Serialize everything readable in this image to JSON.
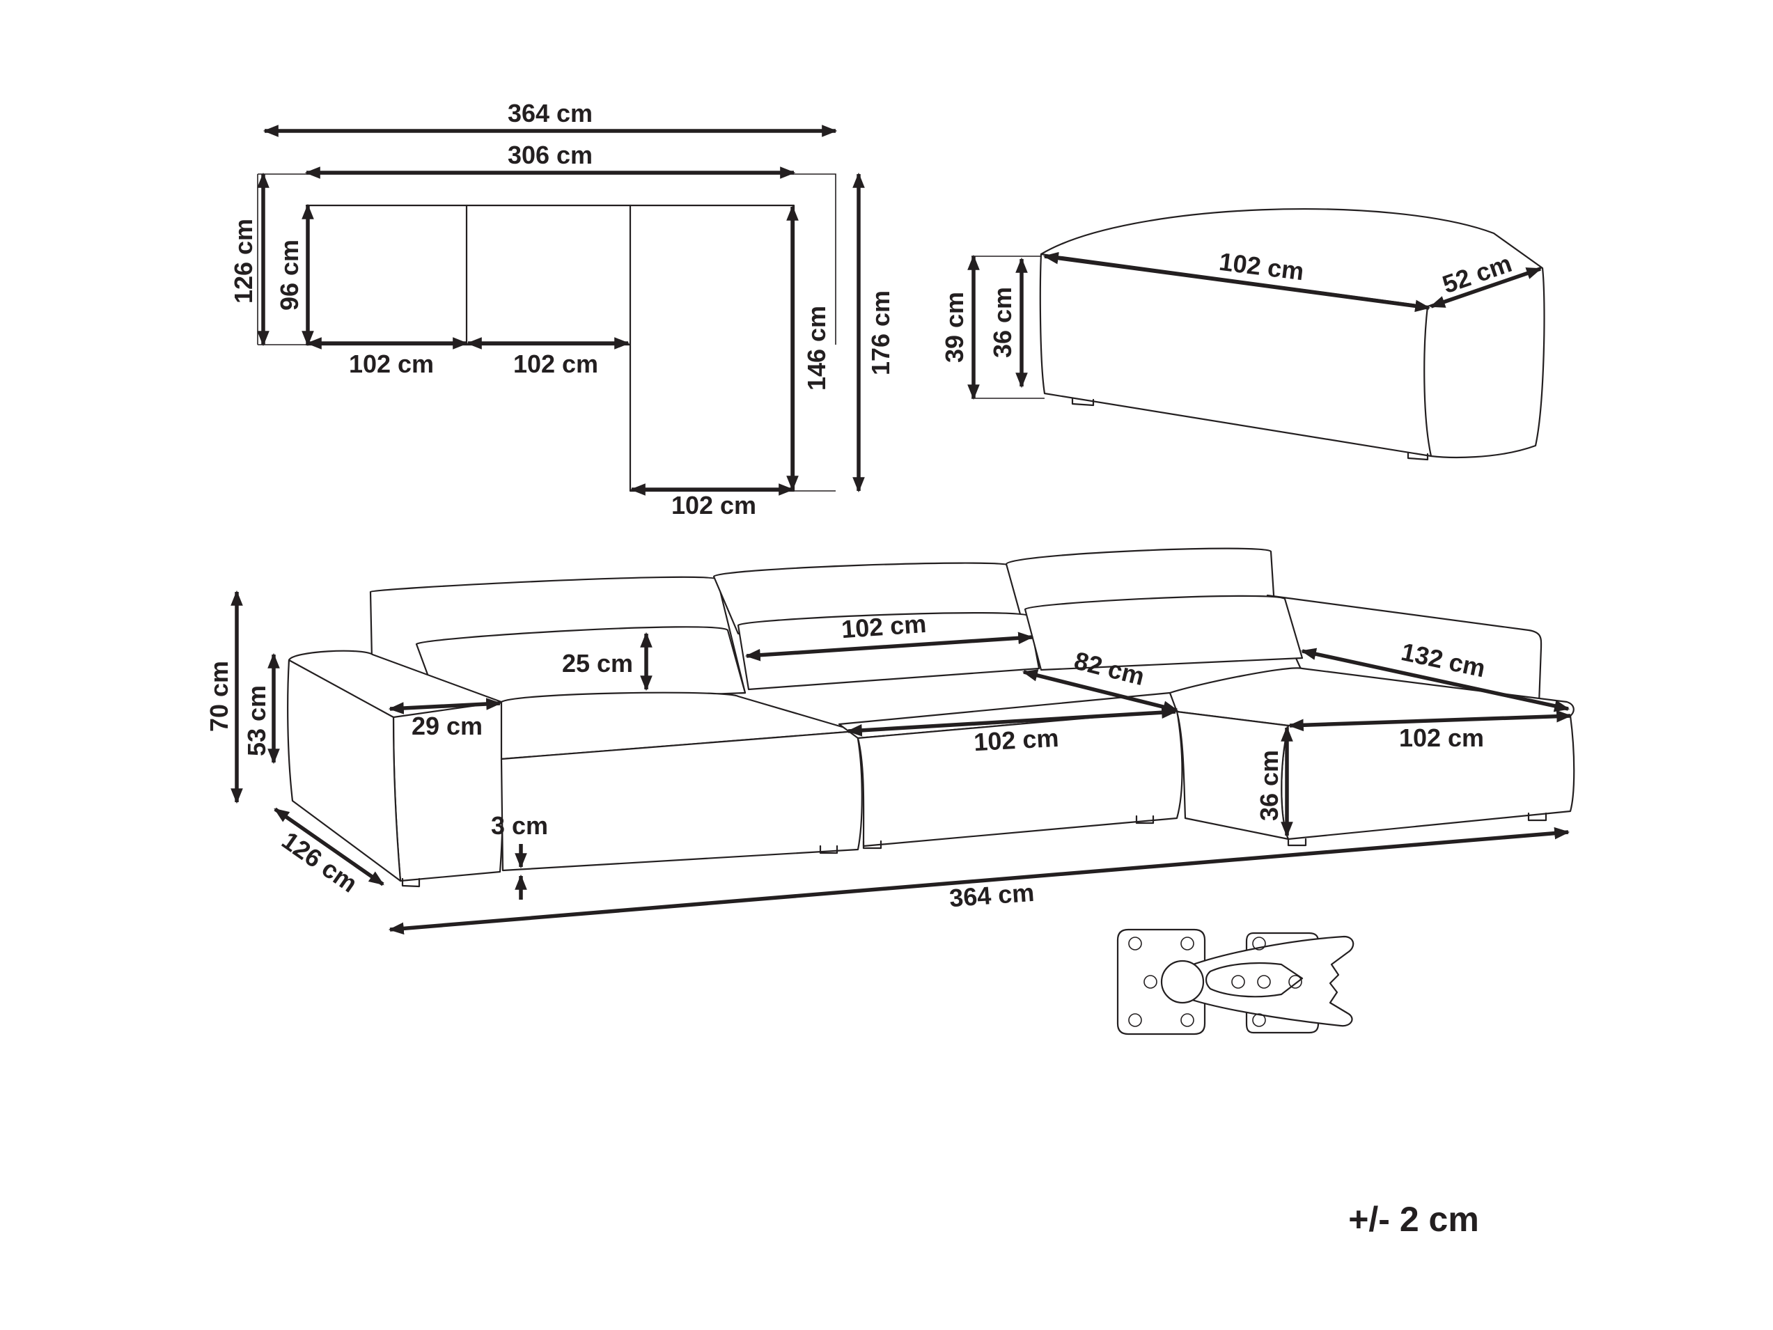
{
  "top_view": {
    "overall_width": "364 cm",
    "seat_width": "306 cm",
    "depth_left": "126 cm",
    "seat_depth": "96 cm",
    "module_width_1": "102 cm",
    "module_width_2": "102 cm",
    "chaise_width": "102 cm",
    "chaise_inner_length": "146 cm",
    "chaise_total_length": "176 cm"
  },
  "ottoman": {
    "width": "102 cm",
    "depth": "52 cm",
    "height": "39 cm",
    "seat_height": "36 cm"
  },
  "front_view": {
    "total_height": "70 cm",
    "seat_height": "53 cm",
    "cushion_height": "25 cm",
    "backrest_module_width": "102 cm",
    "chaise_inner_depth": "82 cm",
    "chaise_length": "132 cm",
    "armrest_width": "29 cm",
    "seat_module_width": "102 cm",
    "chaise_seat_width": "102 cm",
    "chaise_height": "36 cm",
    "leg_height": "3 cm",
    "depth": "126 cm",
    "overall_width": "364 cm"
  },
  "tolerance": "+/- 2 cm"
}
